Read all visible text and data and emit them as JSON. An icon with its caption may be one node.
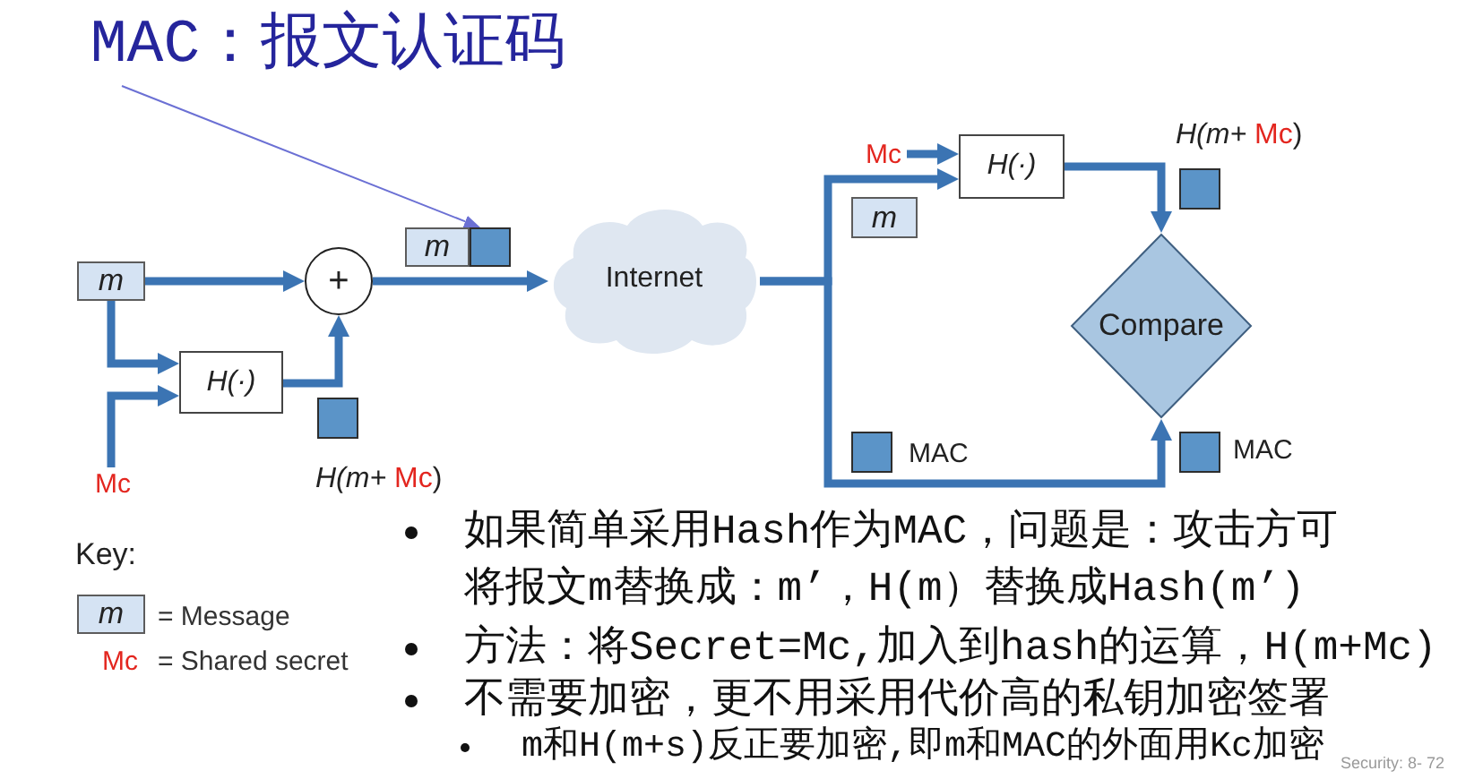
{
  "diagram": {
    "nodes": [
      {
        "text": [
          "MAC：报文认证码"
        ]
      },
      {
        "text": [
          "m"
        ]
      },
      {
        "text": [
          "H(·)"
        ]
      },
      {
        "text": [
          "Mc"
        ]
      },
      {
        "text": [
          "+"
        ]
      },
      {
        "text": [],
        "shape": "box",
        "beside": [
          "*H(m+* Mc)"
        ]
      },
      {
        "text": [
          "Internet"
        ]
      },
      {
        "text": [
          "m"
        ]
      },
      {
        "text": [],
        "shape": "box"
      },
      {
        "text": [
          "Mc"
        ]
      },
      {
        "text": [
          "H(·)"
        ]
      },
      {
        "text": [
          "m"
        ]
      },
      {
        "text": [],
        "shape": "box",
        "beside": [
          "*H(m+* Mc)"
        ]
      },
      {
        "text": [
          "Compare"
        ]
      },
      {
        "text": [],
        "shape": "box",
        "beside": [
          "MAC"
        ]
      },
      {
        "text": [],
        "shape": "box",
        "beside": [
          "MAC"
        ]
      },
      {
        "text": [
          "m"
        ],
        "beside": [
          "= Message"
        ]
      }
    ],
    "edges": [
      {
        "from": 0,
        "to": 8,
        "arrow": "to",
        "color": "#6b70d4"
      },
      {
        "from": 1,
        "to": 4,
        "arrow": "to"
      },
      {
        "from": 1,
        "to": 2,
        "arrow": "to"
      },
      {
        "from": 3,
        "to": 2,
        "arrow": "to"
      },
      {
        "from": 2,
        "to": 4,
        "arrow": "to"
      },
      {
        "from": 4,
        "to": 6,
        "arrow": "to"
      },
      {
        "from": 6,
        "to": 10,
        "arrow": "to"
      },
      {
        "from": 6,
        "to": 13,
        "arrow": "to"
      },
      {
        "from": 9,
        "to": 10,
        "arrow": "to"
      },
      {
        "from": 10,
        "to": 13,
        "arrow": "to"
      }
    ],
    "labels": [
      "Key:",
      "Mc",
      "= Shared secret",
      "如果简单采用Hash作为MAC，问题是：攻击方可将报文m替换成：m’，H(m）替换成Hash(m’)",
      "方法：将Secret=Mc,加入到hash的运算，H(m+Mc)",
      "不需要加密，更不用采用代价高的私钥加密签署",
      "m和H(m+s)反正要加密,即m和MAC的外面用Kc加密",
      "Security: 8- 72"
    ]
  }
}
